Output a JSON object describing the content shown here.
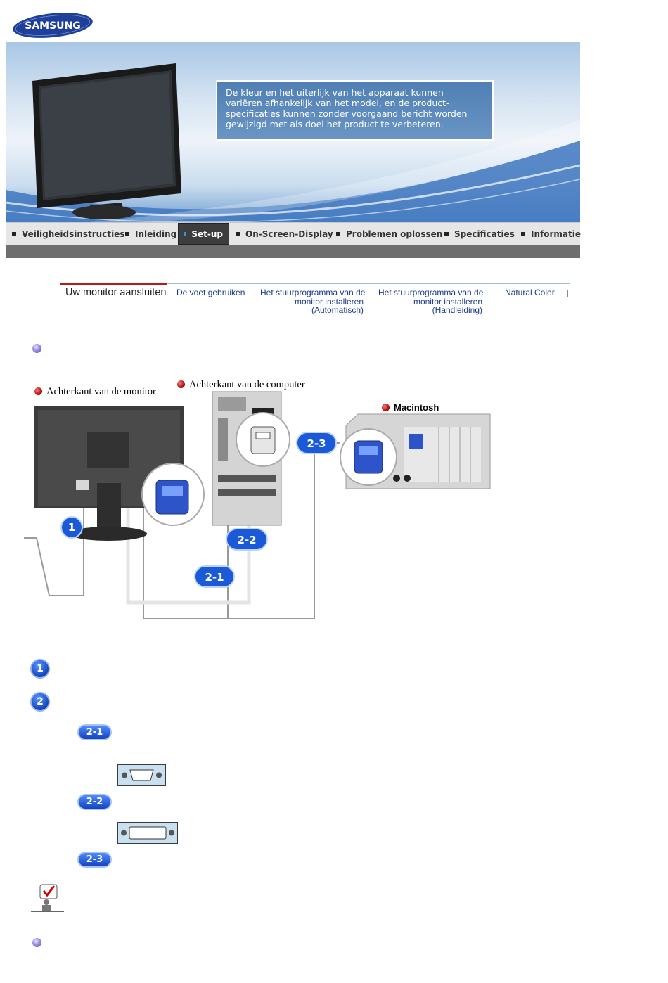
{
  "brand": {
    "logo_text": "SAMSUNG"
  },
  "banner": {
    "notice_lines": [
      "De kleur en het uiterlijk van het apparaat kunnen",
      "variëren afhankelijk van het model, en de product-",
      "specificaties kunnen zonder voorgaand bericht worden",
      "gewijzigd met als doel het product te verbeteren."
    ]
  },
  "nav": {
    "items": [
      {
        "label": "Veiligheidsinstructies"
      },
      {
        "label": "Inleiding"
      },
      {
        "label": "Set-up"
      },
      {
        "label": "On-Screen-Display"
      },
      {
        "label": "Problemen oplossen"
      },
      {
        "label": "Specificaties"
      },
      {
        "label": "Informatie"
      }
    ],
    "active": "Set-up"
  },
  "subtabs": [
    {
      "lines": [
        "Uw monitor aansluiten"
      ]
    },
    {
      "lines": [
        "De voet gebruiken"
      ]
    },
    {
      "lines": [
        "Het stuurprogramma van de",
        "monitor installeren",
        "(Automatisch)"
      ]
    },
    {
      "lines": [
        "Het stuurprogramma van de",
        "monitor installeren",
        "(Handleiding)"
      ]
    },
    {
      "lines": [
        "Natural Color"
      ]
    }
  ],
  "diagram": {
    "label_monitor": "Achterkant van de monitor",
    "label_computer": "Achterkant van de computer",
    "label_mac": "Macintosh",
    "callouts": [
      "1",
      "2-1",
      "2-2",
      "2-3"
    ]
  },
  "steps": {
    "step1": "1",
    "step2": "2",
    "sub": [
      "2-1",
      "2-2",
      "2-3"
    ]
  }
}
